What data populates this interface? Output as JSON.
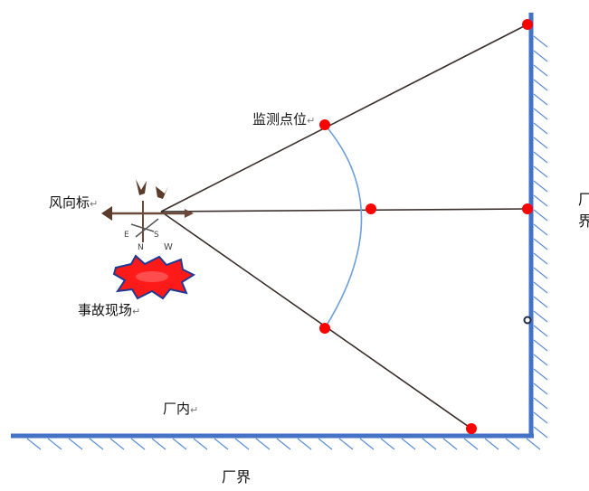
{
  "labels": {
    "wind_vane": "风向标",
    "monitoring_point": "监测点位",
    "incident_site": "事故现场",
    "plant_inside": "厂内",
    "boundary_bottom": "厂界",
    "boundary_right": "厂界"
  },
  "paragraph_mark": "↵",
  "wind_vane_direction_letters": [
    "E",
    "N",
    "S",
    "W"
  ],
  "colors": {
    "boundary": "#4472c4",
    "boundary_hatch": "#5b8fd6",
    "rays": "#3a2e2a",
    "arc": "#6f9fd8",
    "monitoring_point": "#ff0000",
    "incident_fill": "#ff1a1a",
    "incident_outline": "#1f3a93",
    "wind_vane": "#6b4a3a"
  },
  "icons": [
    "wind-vane-icon",
    "explosion-icon",
    "monitoring-point-dot",
    "boundary-marker-icon"
  ]
}
